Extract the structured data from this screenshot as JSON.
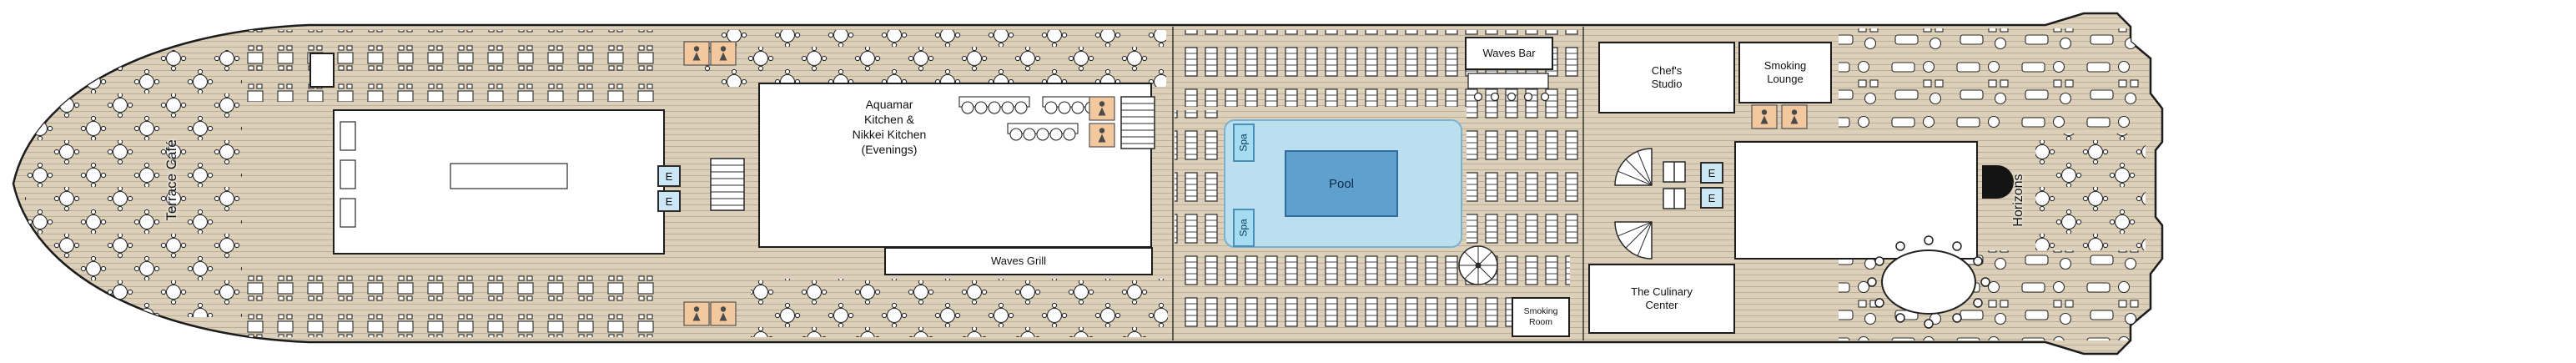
{
  "labels": {
    "terrace_cafe": "Terrace Café",
    "aquamar_line1": "Aquamar",
    "aquamar_line2": "Kitchen &",
    "aquamar_line3": "Nikkei Kitchen",
    "aquamar_line4": "(Evenings)",
    "waves_bar": "Waves Bar",
    "waves_grill": "Waves Grill",
    "pool": "Pool",
    "spa_forward": "Spa",
    "spa_aft": "Spa",
    "chefs_studio_line1": "Chef's",
    "chefs_studio_line2": "Studio",
    "smoking_lounge_line1": "Smoking",
    "smoking_lounge_line2": "Lounge",
    "the_culinary_center_line1": "The Culinary",
    "the_culinary_center_line2": "Center",
    "smoking_room_line1": "Smoking",
    "smoking_room_line2": "Room",
    "horizons": "Horizons",
    "elevator": "E"
  },
  "colors": {
    "deck_plank": "#dcd0ba",
    "plank_line": "#bcae94",
    "pool_deck": "#bbdfee",
    "pool_water": "#5fa0cf",
    "spa": "#a6dcef",
    "elevator": "#cbe7f5",
    "restroom": "#f4c89f",
    "room": "#ffffff",
    "outline": "#1c1c1c"
  }
}
